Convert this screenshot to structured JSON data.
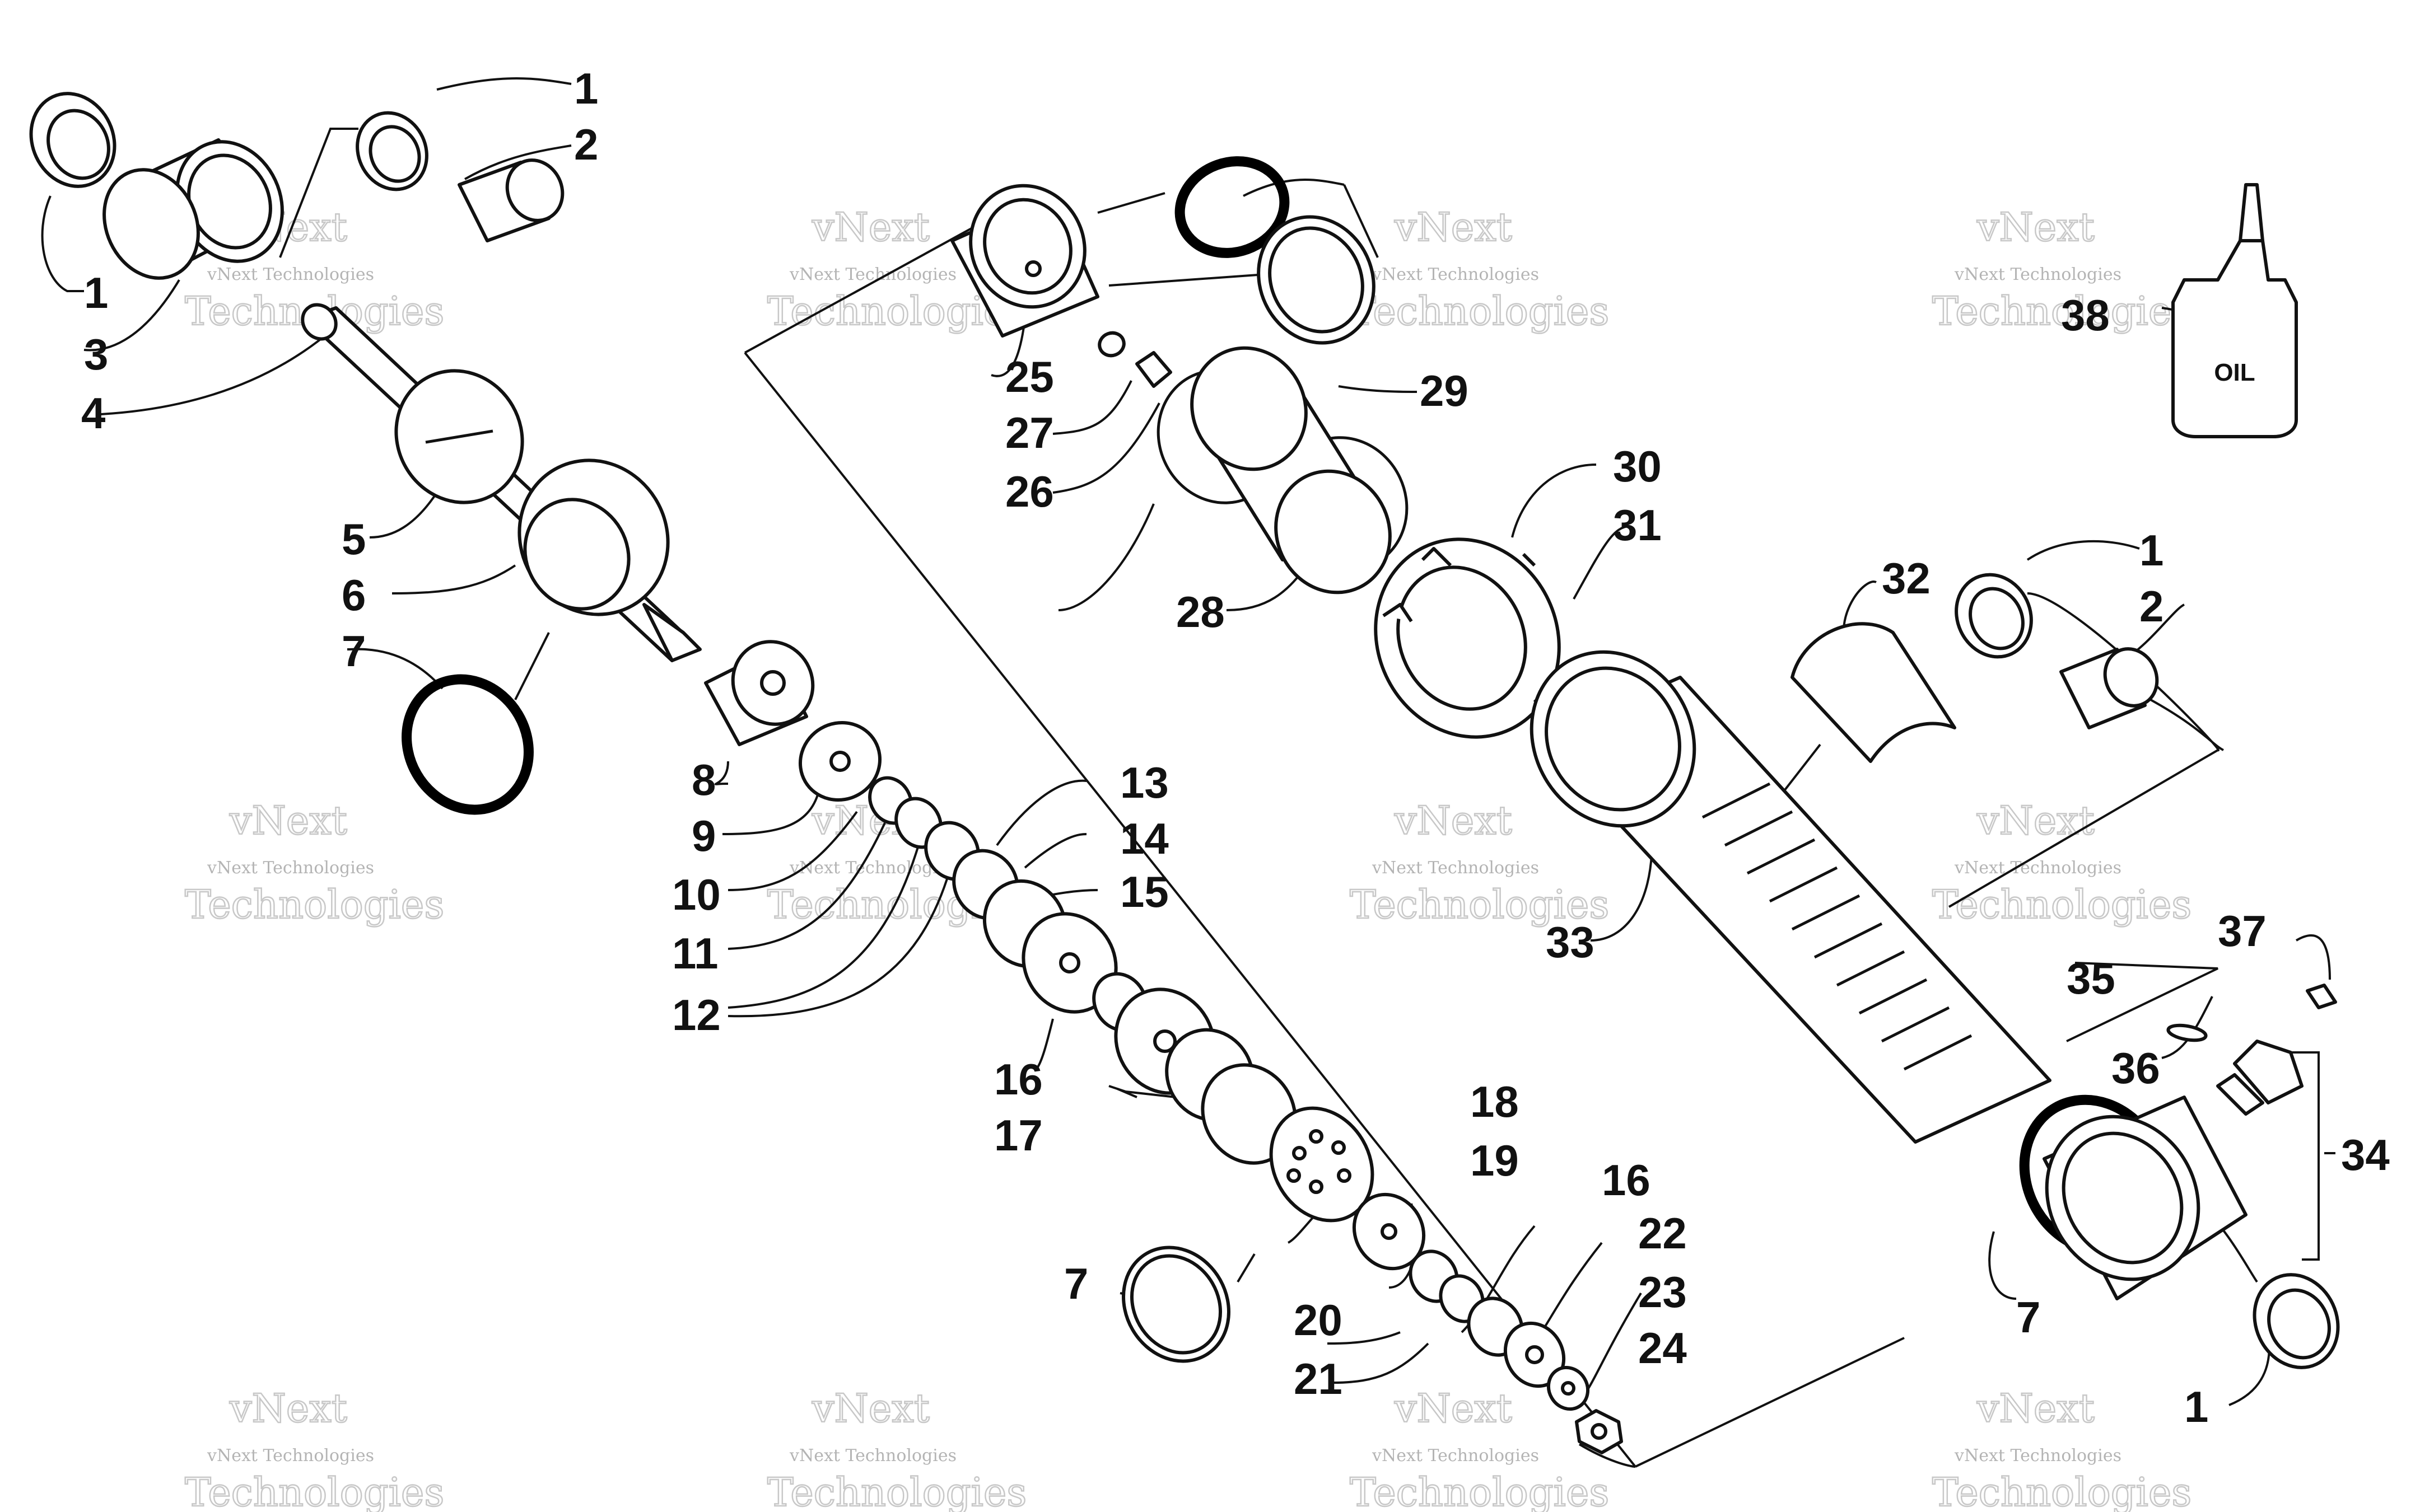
{
  "watermark": {
    "line1": "vNext",
    "line2": "vNext Technologies",
    "line3": "Technologies"
  },
  "oil_bottle": {
    "label": "OIL"
  },
  "callouts": [
    {
      "label": "1"
    },
    {
      "label": "2"
    },
    {
      "label": "1"
    },
    {
      "label": "3"
    },
    {
      "label": "4"
    },
    {
      "label": "5"
    },
    {
      "label": "6"
    },
    {
      "label": "7"
    },
    {
      "label": "8"
    },
    {
      "label": "9"
    },
    {
      "label": "10"
    },
    {
      "label": "11"
    },
    {
      "label": "12"
    },
    {
      "label": "13"
    },
    {
      "label": "14"
    },
    {
      "label": "15"
    },
    {
      "label": "16"
    },
    {
      "label": "17"
    },
    {
      "label": "18"
    },
    {
      "label": "19"
    },
    {
      "label": "16"
    },
    {
      "label": "22"
    },
    {
      "label": "23"
    },
    {
      "label": "24"
    },
    {
      "label": "20"
    },
    {
      "label": "21"
    },
    {
      "label": "7"
    },
    {
      "label": "7"
    },
    {
      "label": "25"
    },
    {
      "label": "27"
    },
    {
      "label": "26"
    },
    {
      "label": "29"
    },
    {
      "label": "28"
    },
    {
      "label": "30"
    },
    {
      "label": "31"
    },
    {
      "label": "32"
    },
    {
      "label": "33"
    },
    {
      "label": "1"
    },
    {
      "label": "2"
    },
    {
      "label": "37"
    },
    {
      "label": "35"
    },
    {
      "label": "36"
    },
    {
      "label": "34"
    },
    {
      "label": "7"
    },
    {
      "label": "1"
    },
    {
      "label": "38"
    }
  ]
}
